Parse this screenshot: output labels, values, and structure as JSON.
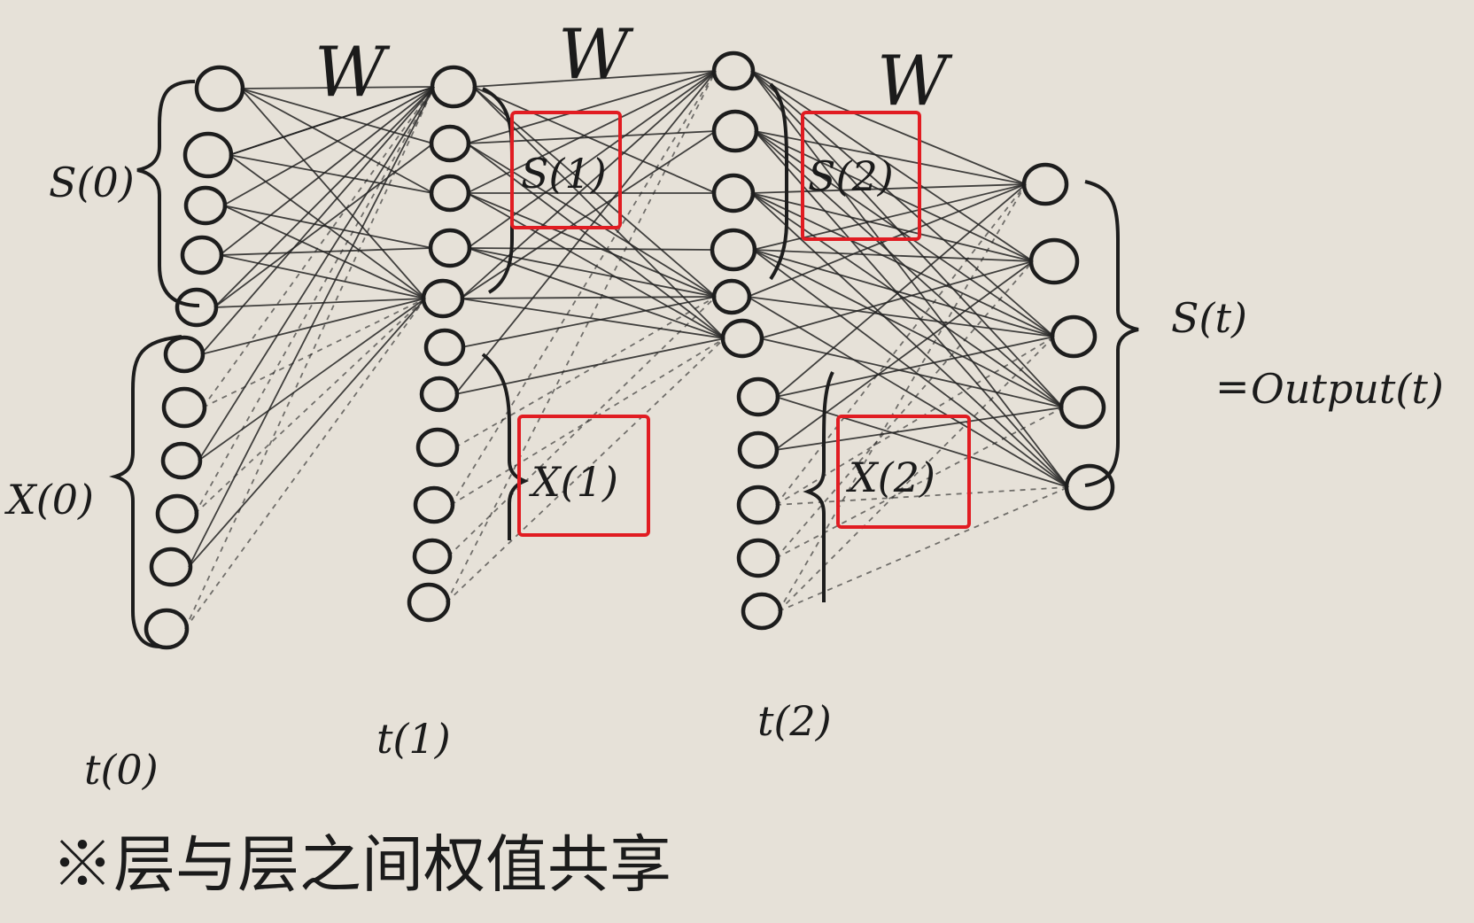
{
  "weights": [
    "W",
    "W",
    "W"
  ],
  "inputs": {
    "state_label": "S(0)",
    "x_label": "X(0)",
    "x1_label": "X(1)",
    "x2_label": "X(2)"
  },
  "states": {
    "s1": "S(1)",
    "s2": "S(2)",
    "st": "S(t)"
  },
  "output": {
    "equals": "=",
    "label": "Output(t)"
  },
  "time_labels": [
    "t(0)",
    "t(1)",
    "t(2)"
  ],
  "note": "※层与层之间权值共享",
  "colors": {
    "ink": "#1d1d1d",
    "highlight": "#e11c22",
    "paper": "#e6e1d8"
  }
}
